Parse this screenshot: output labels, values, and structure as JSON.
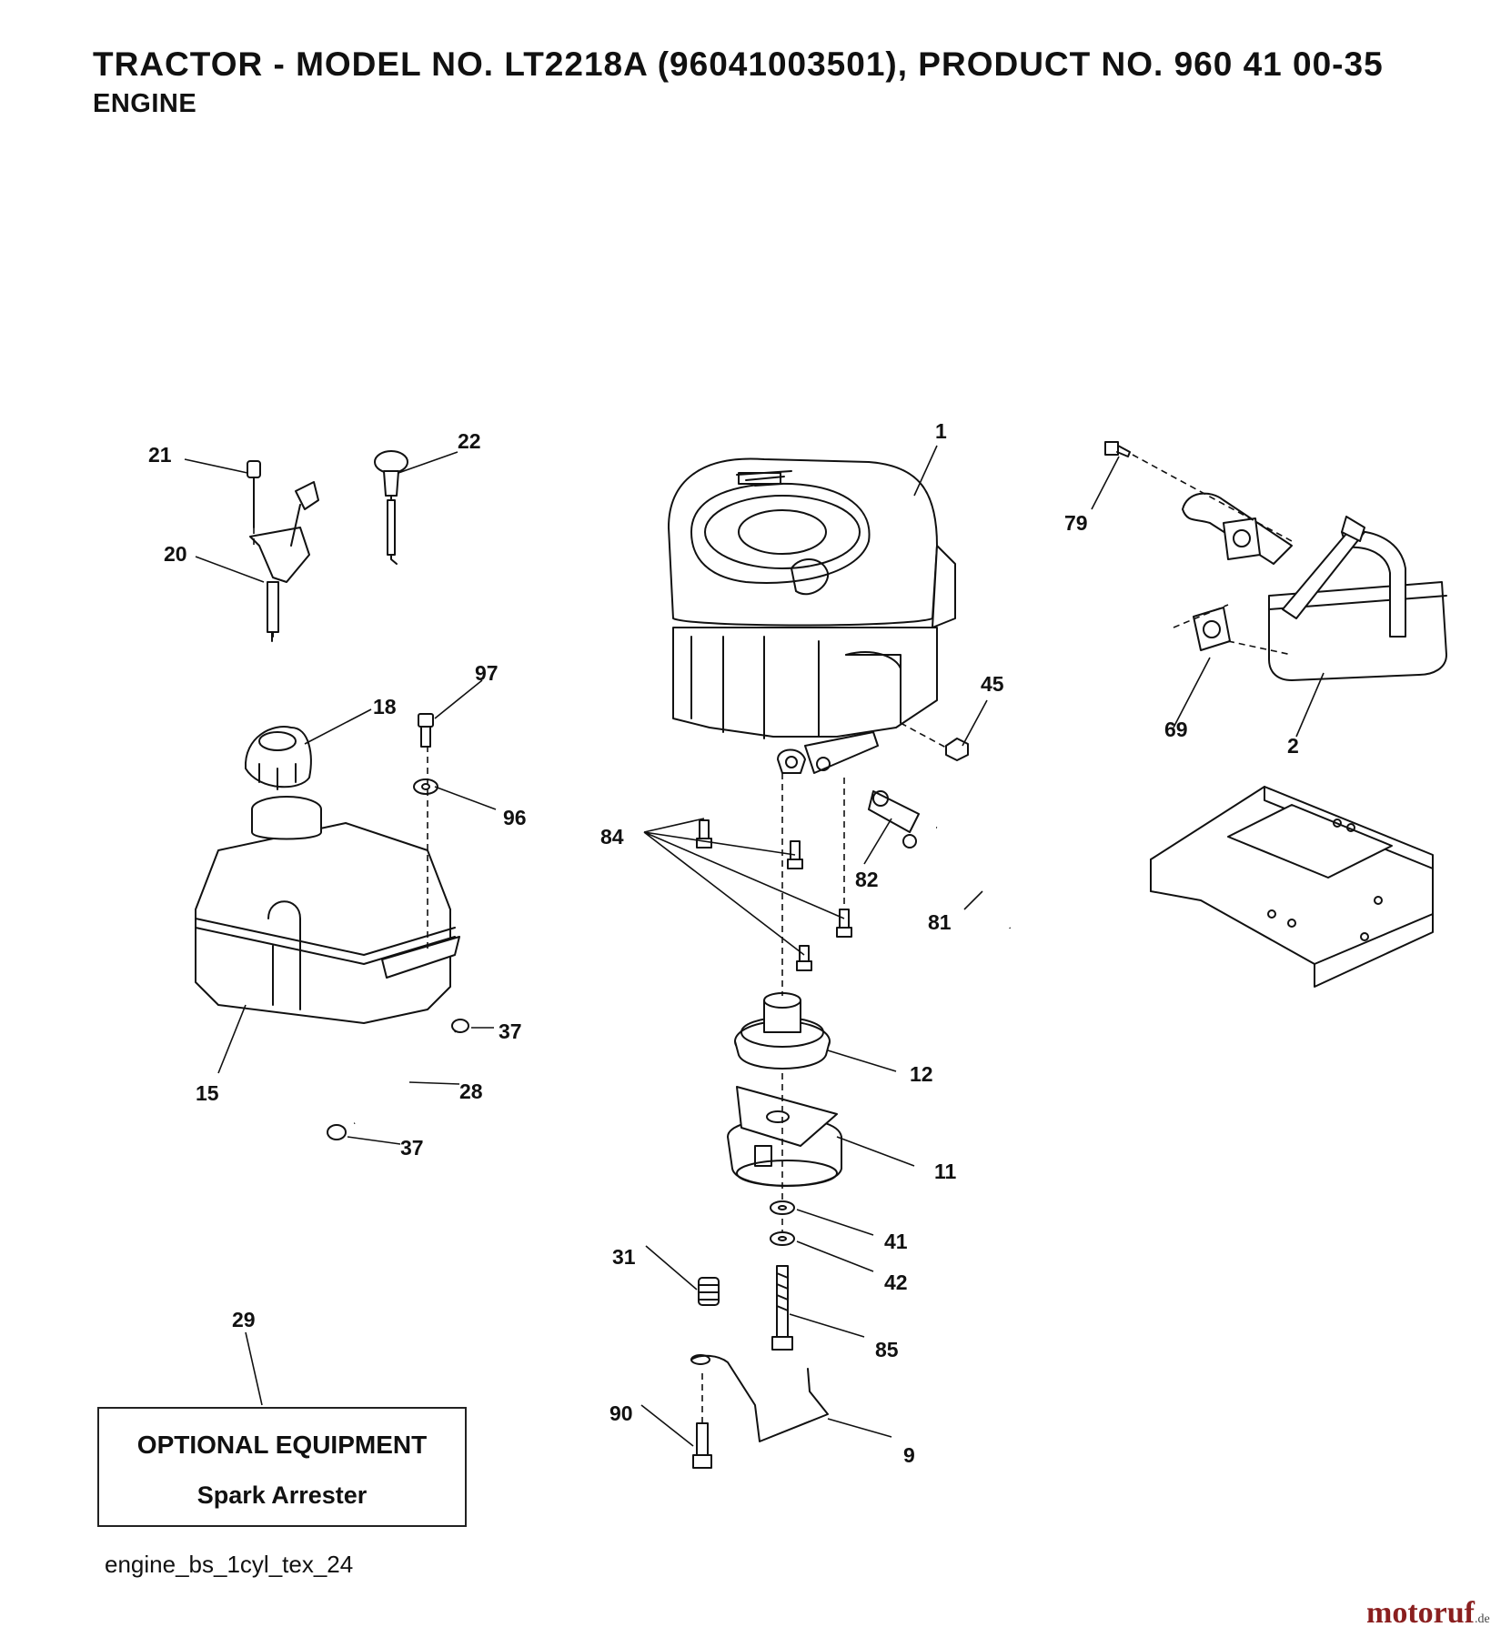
{
  "header": {
    "title": "TRACTOR - MODEL NO. LT2218A (96041003501), PRODUCT NO. 960 41 00-35",
    "subtitle": "ENGINE"
  },
  "callouts": {
    "c1": "1",
    "c2": "2",
    "c9": "9",
    "c11": "11",
    "c12": "12",
    "c15": "15",
    "c18": "18",
    "c20": "20",
    "c21": "21",
    "c22": "22",
    "c28": "28",
    "c29": "29",
    "c31": "31",
    "c37a": "37",
    "c37b": "37",
    "c41": "41",
    "c42": "42",
    "c45": "45",
    "c69": "69",
    "c79": "79",
    "c81": "81",
    "c82": "82",
    "c84": "84",
    "c85": "85",
    "c90": "90",
    "c96": "96",
    "c97": "97"
  },
  "optional_box": {
    "title": "OPTIONAL EQUIPMENT",
    "item": "Spark Arrester"
  },
  "footer": {
    "reference": "engine_bs_1cyl_tex_24",
    "brand": "motoruf",
    "brand_suffix": ".de"
  }
}
